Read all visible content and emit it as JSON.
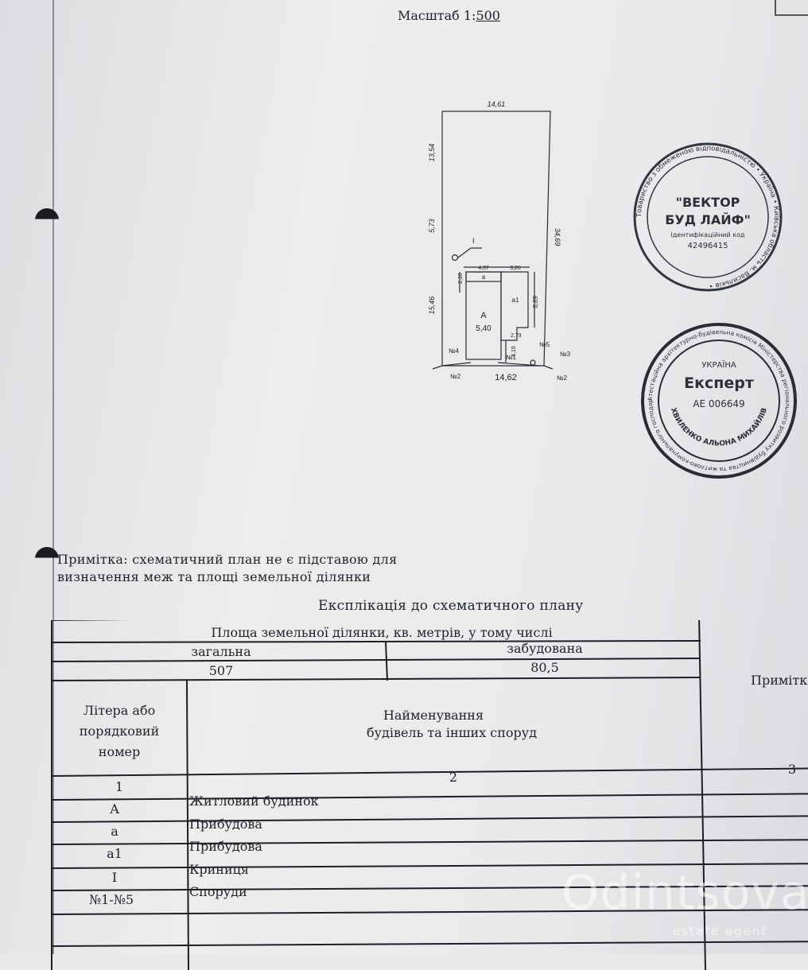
{
  "header": {
    "scale_label": "Масштаб 1:",
    "scale_value": "500"
  },
  "plan": {
    "top_width": "14,61",
    "bottom_width": "14,62",
    "left_upper": "13,54",
    "left_mid": "5,73",
    "left_lower": "15,46",
    "right_len": "34,69",
    "well_label": "I",
    "dim_a_width": "4,37",
    "dim_a1_width": "3,26",
    "dim_a_depth": "2,10",
    "dim_a1_depth": "6,89",
    "dim_a1_bottom": "2,79",
    "dim_A_right": "4,19",
    "label_A": "А",
    "label_A_value": "5,40",
    "label_a": "а",
    "label_a1": "а1",
    "nodes": {
      "n4": "№4",
      "n2_left": "№2",
      "n1": "№1",
      "n5": "№5",
      "n3": "№3",
      "n2_right": "№2"
    }
  },
  "stamp_top": {
    "ring": "Товариство з обмеженою відповідальністю • Україна • Київська область м. Васильків •",
    "line1": "\"ВЕКТОР",
    "line2": "БУД ЛАЙФ\"",
    "line3": "Ідентифікаційний код",
    "line4": "42496415"
  },
  "stamp_bottom": {
    "ring": "Атестаційна архітектурно-будівельна комісія Міністерства регіонального розвитку будівництва та житлово-комунального господарства України •",
    "country": "УКРАЇНА",
    "title": "Експерт",
    "number": "АЕ 006649",
    "name": "ХВИЛЕНКО АЛЬОНА МИХАЙЛІВНА"
  },
  "note": {
    "line1": "Примітка: схематичний план не є підставою для",
    "line2": "визначення меж та площі земельної ділянки"
  },
  "explication": {
    "title": "Експлікація до схематичного плану",
    "area_header": "Площа земельної ділянки, кв. метрів, у тому числі",
    "total_label": "загальна",
    "built_label": "забудована",
    "total_value": "507",
    "built_value": "80,5",
    "notes_header": "Примітк",
    "col1_header": [
      "Літера або",
      "порядковий",
      "номер"
    ],
    "col2_header": [
      "Найменування",
      "будівель та інших споруд"
    ],
    "col_numbers": [
      "1",
      "2",
      "3"
    ],
    "rows": [
      {
        "id": "А",
        "name": "Житловий будинок"
      },
      {
        "id": "а",
        "name": "Прибудова"
      },
      {
        "id": "а1",
        "name": "Прибудова"
      },
      {
        "id": "I",
        "name": "Криниця"
      },
      {
        "id": "№1-№5",
        "name": "Споруди"
      }
    ]
  },
  "watermark": {
    "brand": "Odintsova",
    "sub": "estate agent"
  }
}
